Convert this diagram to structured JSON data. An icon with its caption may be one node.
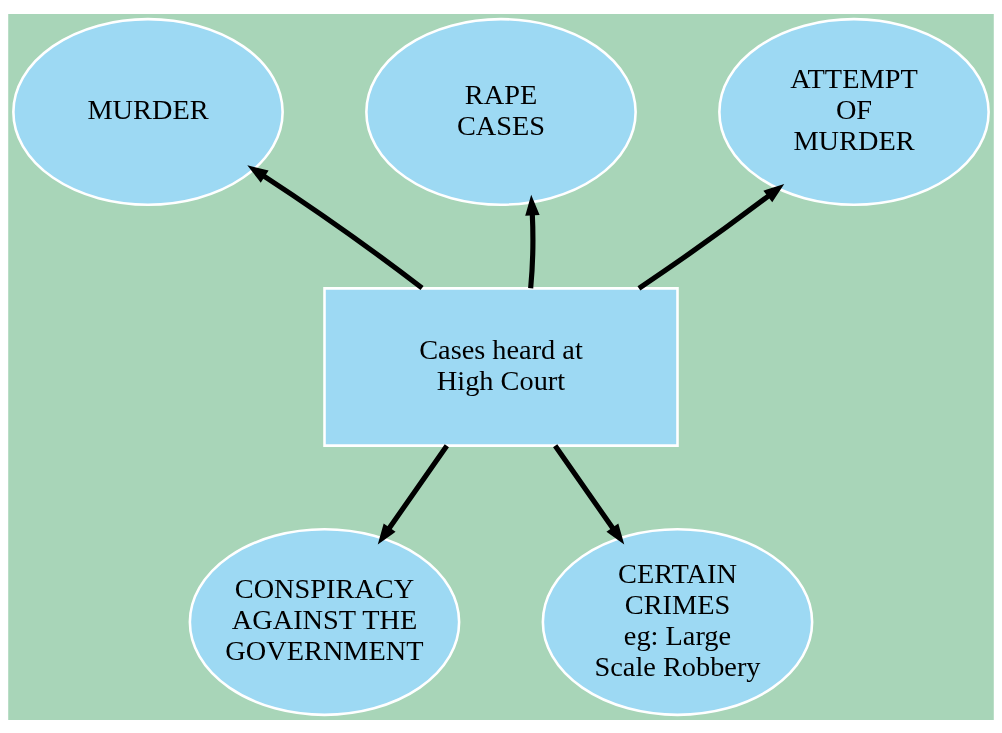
{
  "diagram": {
    "nodes": [
      {
        "text": [
          "MURDER"
        ]
      },
      {
        "text": [
          "RAPE CASES"
        ]
      },
      {
        "text": [
          "ATTEMPT OF MURDER"
        ]
      },
      {
        "text": [
          "Cases heard at High Court"
        ]
      },
      {
        "text": [
          "CONSPIRACY AGAINST THE GOVERNMENT"
        ]
      },
      {
        "text": [
          "CERTAIN CRIMES",
          "eg: Large Scale Robbery"
        ]
      }
    ],
    "edges": [
      {
        "from": 3,
        "to": 0,
        "arrow": "to"
      },
      {
        "from": 3,
        "to": 1,
        "arrow": "to"
      },
      {
        "from": 3,
        "to": 2,
        "arrow": "to"
      },
      {
        "from": 3,
        "to": 4,
        "arrow": "to"
      },
      {
        "from": 3,
        "to": 5,
        "arrow": "to"
      }
    ]
  }
}
